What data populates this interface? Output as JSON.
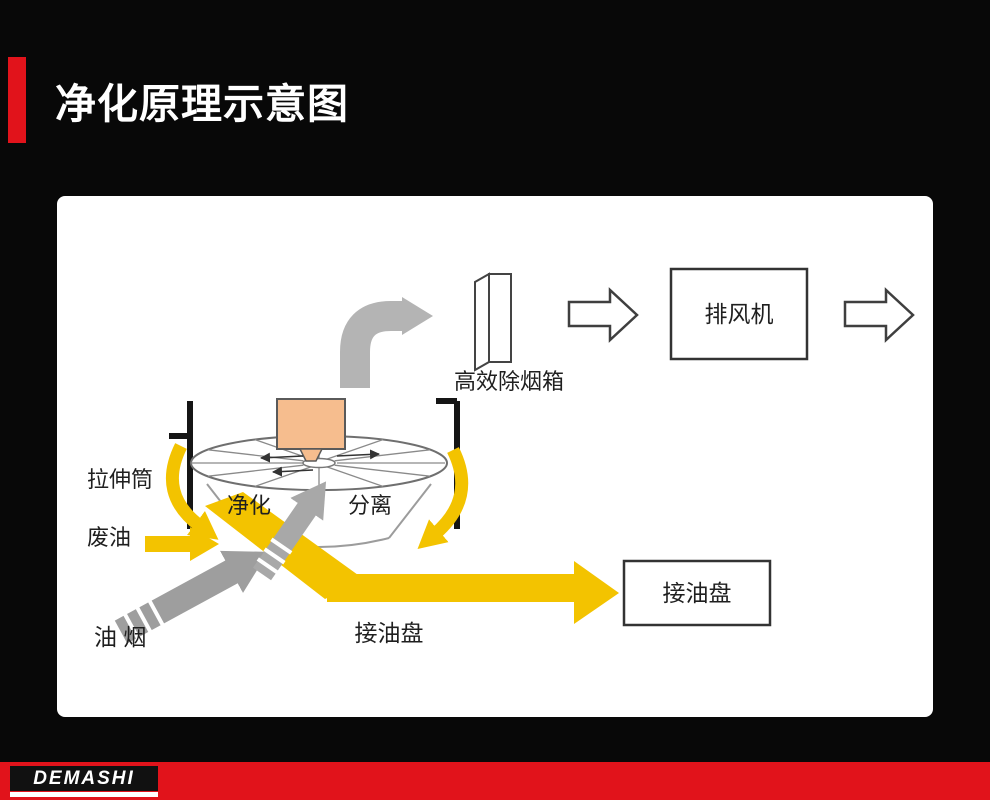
{
  "header": {
    "title": "净化原理示意图"
  },
  "footer": {
    "brand": "DEMASHI"
  },
  "diagram": {
    "labels": {
      "smoke_box": "高效除烟箱",
      "exhaust_fan": "排风机",
      "stretch_tube": "拉伸筒",
      "waste_oil": "废油",
      "oil_smoke": "油 烟",
      "purify": "净化",
      "separate": "分离",
      "oil_pan_flow": "接油盘",
      "oil_pan_box": "接油盘"
    },
    "colors": {
      "accent_red": "#e1131b",
      "arrow_yellow": "#f3c300",
      "smoke_gray": "#9e9e9e",
      "motor_orange": "#f6bd8e",
      "panel_white": "#ffffff"
    }
  }
}
